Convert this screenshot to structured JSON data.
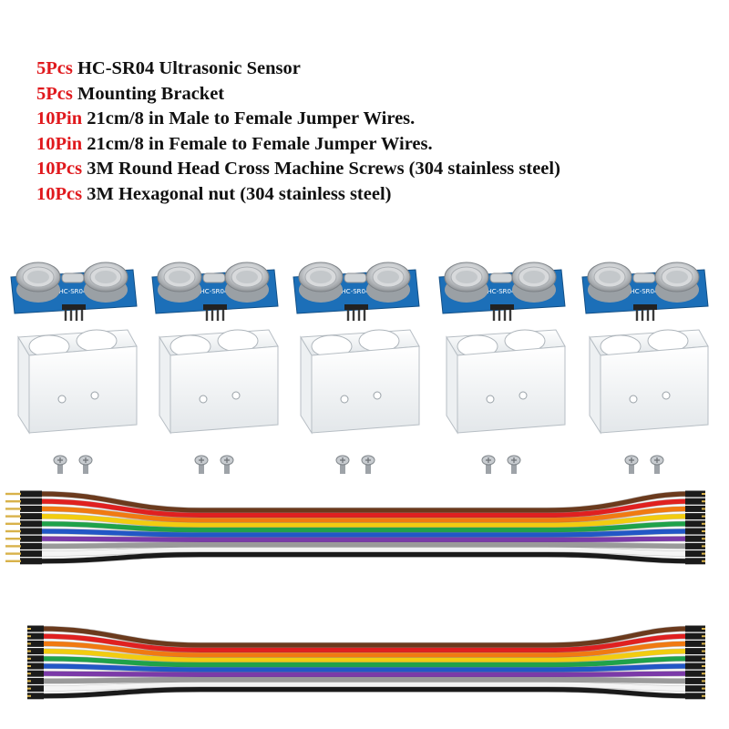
{
  "contents": [
    {
      "qty": "5Pcs",
      "text": "HC-SR04 Ultrasonic Sensor"
    },
    {
      "qty": "5Pcs",
      "text": "Mounting Bracket"
    },
    {
      "qty": "10Pin",
      "text": "21cm/8 in Male to Female Jumper Wires."
    },
    {
      "qty": "10Pin",
      "text": "21cm/8 in Female to Female Jumper Wires."
    },
    {
      "qty": "10Pcs",
      "text": "3M Round Head Cross Machine Screws (304 stainless steel)"
    },
    {
      "qty": "10Pcs",
      "text": "3M Hexagonal nut (304 stainless steel)"
    }
  ],
  "module_label": "HC-SR04",
  "colors": {
    "quantity_text": "#e0191d",
    "pcb": "#1c6fb8",
    "wires": [
      "#6b3a1d",
      "#e02020",
      "#f07a12",
      "#f2cc10",
      "#1fa24a",
      "#2257c6",
      "#7b3aa8",
      "#9a9a9a",
      "#f4f4f4",
      "#1a1a1a"
    ]
  }
}
